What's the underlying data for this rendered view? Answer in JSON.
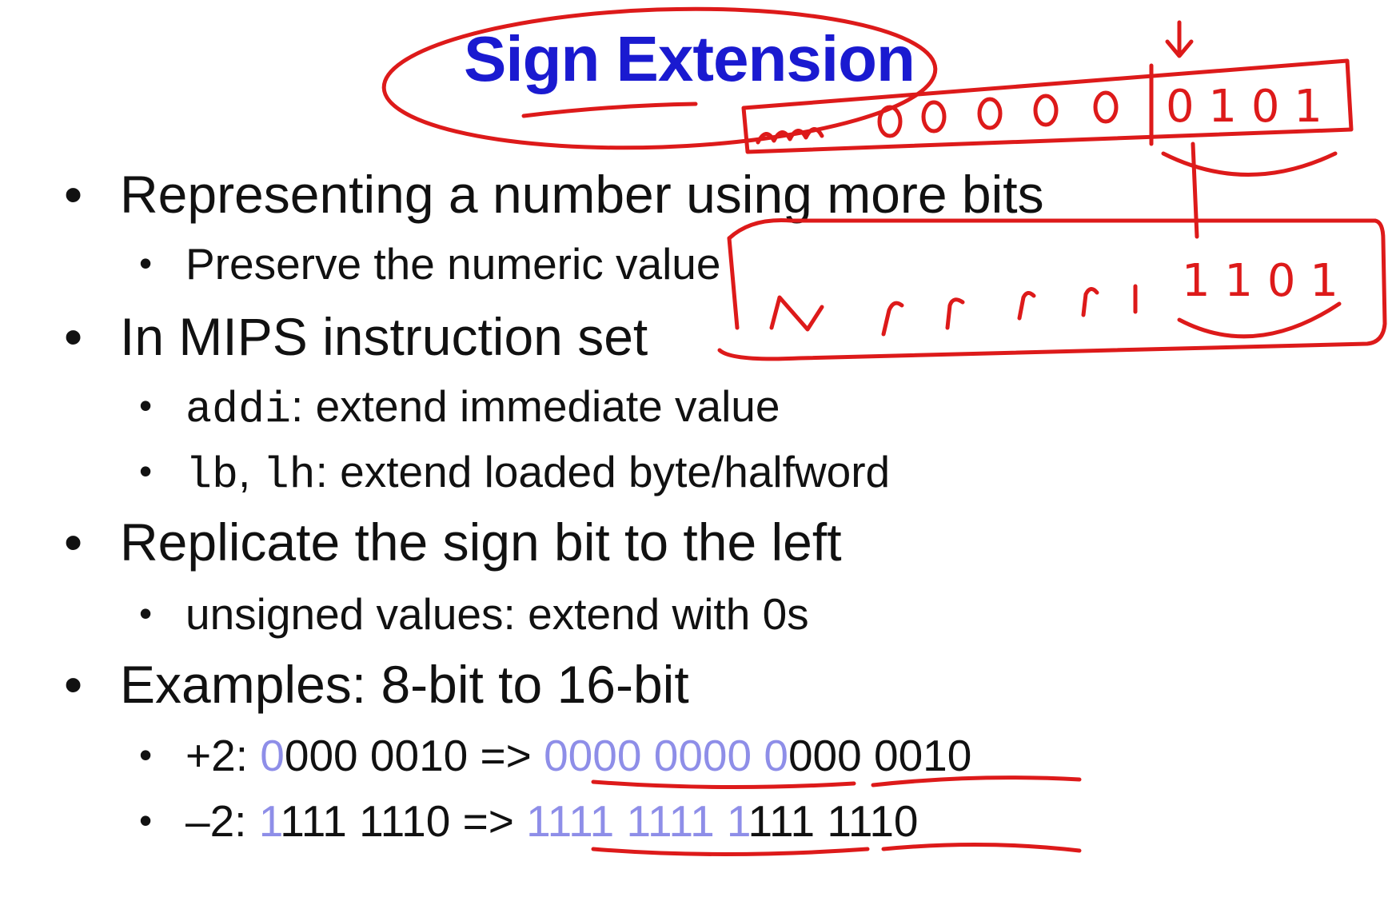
{
  "slide": {
    "title": "Sign Extension",
    "bullets": {
      "b1": "Representing a number using more bits",
      "b1_sub1": "Preserve the numeric value",
      "b2": "In MIPS instruction set",
      "b2_sub1_code": "addi",
      "b2_sub1_text": ": extend immediate value",
      "b2_sub2_code1": "lb",
      "b2_sub2_sep": ", ",
      "b2_sub2_code2": "lh",
      "b2_sub2_text": ": extend loaded byte/halfword",
      "b3": "Replicate the sign bit to the left",
      "b3_sub1": "unsigned values: extend with 0s",
      "b4": "Examples: 8-bit to 16-bit",
      "ex1": {
        "label": "+2: ",
        "src_sign": "0",
        "src_rest": "000 0010",
        "arrow": " => ",
        "ext_bits": "0000 0000 0",
        "orig_rest": "000 0010"
      },
      "ex2": {
        "label": "–2: ",
        "src_sign": "1",
        "src_rest": "111 1110",
        "arrow": " => ",
        "ext_bits": "1111 1111 1",
        "orig_rest": "111 1110"
      }
    },
    "bullet_char": "•"
  },
  "annotations": {
    "top_low_bits": "0 1 0 1",
    "bottom_low_bits": "1 1 0 1"
  },
  "colors": {
    "title": "#1a1ad0",
    "text": "#111111",
    "extended_bits": "#8e8ee8",
    "ink": "#dd1a1a"
  }
}
